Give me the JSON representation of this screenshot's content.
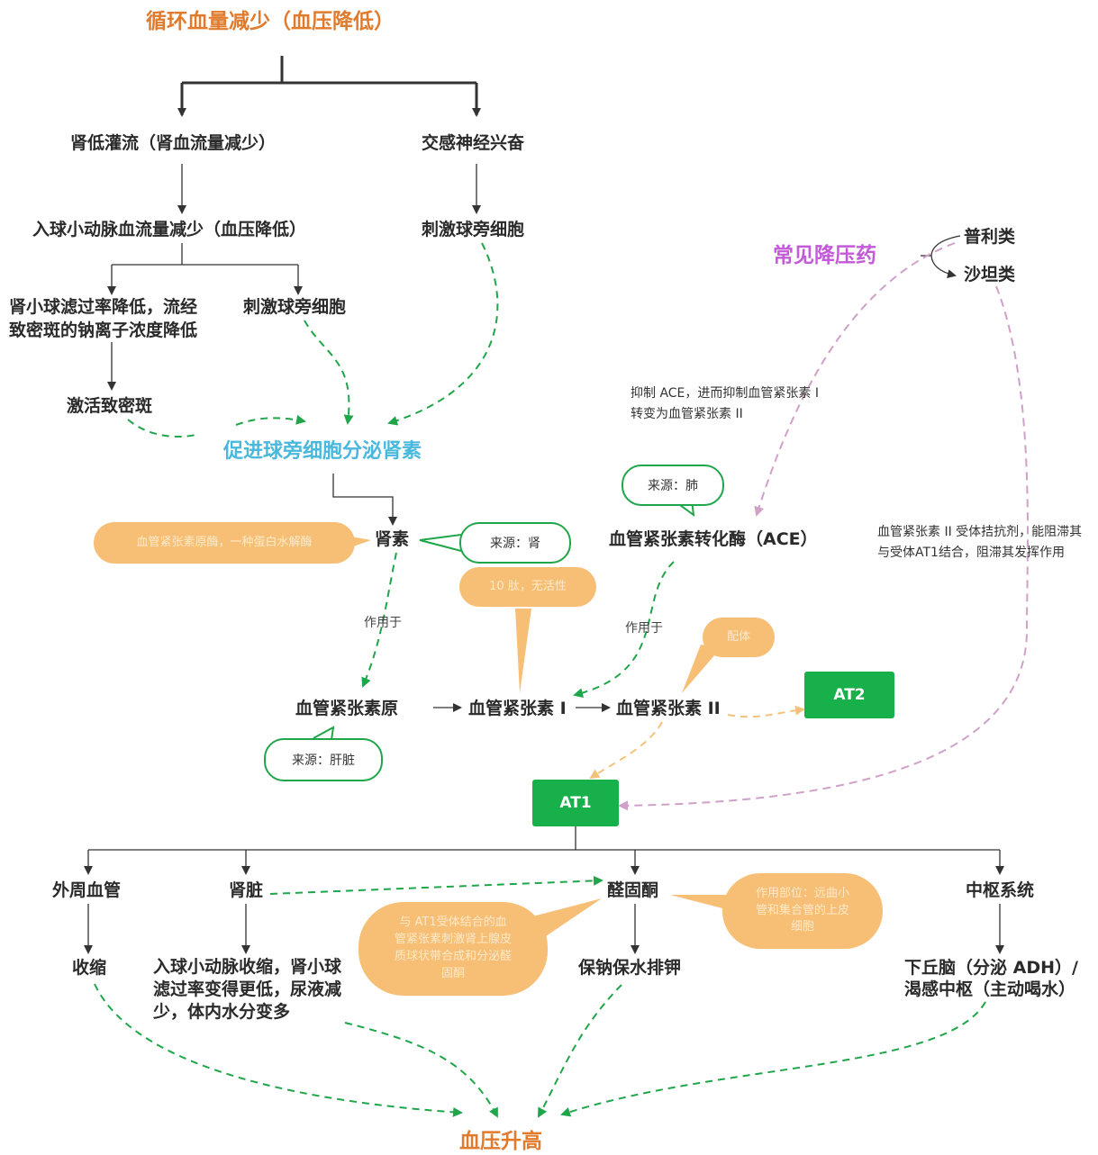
{
  "colors": {
    "orange": "#e07b2d",
    "cyan": "#49b8dc",
    "purple": "#c25ad9",
    "green": "#18b04a",
    "bubble": "#f6bf75"
  },
  "top": "循环血量减少（血压降低）",
  "kidney_low": "肾低灌流（肾血流量减少）",
  "sympathetic": "交感神经兴奋",
  "afferent": "入球小动脉血流量减少（血压降低）",
  "stim_jg_right": "刺激球旁细胞",
  "gfr_line1": "肾小球滤过率降低，流经",
  "gfr_line2": "致密斑的钠离子浓度降低",
  "stim_jg_left": "刺激球旁细胞",
  "macula": "激活致密斑",
  "renin_secretion": "促进球旁细胞分泌肾素",
  "renin": "肾素",
  "renin_note": "血管紧张素原酶，一种蛋白水解酶",
  "renin_source": "来源：肾",
  "ace": "血管紧张素转化酶（ACE）",
  "ace_source": "来源：肺",
  "ace_inhibit_line1": "抑制 ACE，进而抑制血管紧张素 I",
  "ace_inhibit_line2": "转变为血管紧张素 II",
  "drugs_title": "常见降压药",
  "drug1": "普利类",
  "drug2": "沙坦类",
  "arb_line1": "血管紧张素 II 受体拮抗剂，能阻滞其",
  "arb_line2": "与受体AT1结合，阻滞其发挥作用",
  "acts_on_1": "作用于",
  "acts_on_2": "作用于",
  "ang1_note": "10 肽，无活性",
  "ligand_note": "配体",
  "agt": "血管紧张素原",
  "agt_source": "来源：肝脏",
  "ang1": "血管紧张素 I",
  "ang2": "血管紧张素 II",
  "arrow_glyph": "⟶",
  "at2": "AT2",
  "at1": "AT1",
  "peripheral": "外周血管",
  "kidney": "肾脏",
  "aldosterone": "醛固酮",
  "cns": "中枢系统",
  "aldo_note": "与 AT1受体结合的血管紧张素刺激肾上腺皮质球状带合成和分泌醛固酮",
  "aldo_site": "作用部位：远曲小管和集合管的上皮细胞",
  "constrict": "收缩",
  "kidney_effect": "入球小动脉收缩，肾小球滤过率变得更低，尿液减少，体内水分变多",
  "na_k": "保钠保水排钾",
  "hypo_line1": "下丘脑（分泌 ADH）/",
  "hypo_line2": "渴感中枢（主动喝水）",
  "bp_up": "血压升高"
}
